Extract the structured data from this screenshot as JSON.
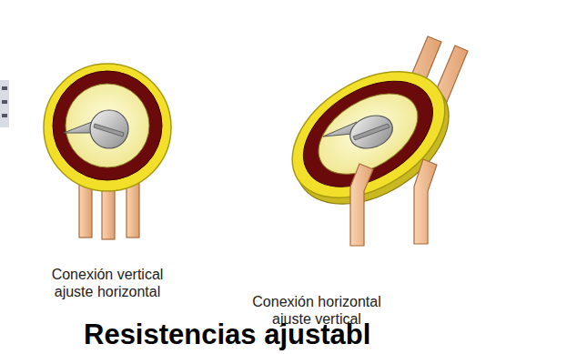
{
  "diagram": {
    "title": "Resistencias ajustabl",
    "labels": [
      "Conexión vertical ajuste horizontal",
      "Conexión horizontal ajuste vertical"
    ]
  }
}
